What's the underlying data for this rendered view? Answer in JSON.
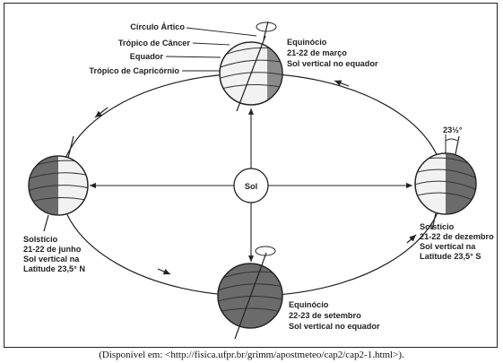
{
  "labels": {
    "circulo_artico": "Círculo Ártico",
    "tropico_cancer": "Trópico de Câncer",
    "equador": "Equador",
    "tropico_capricornio": "Trópico de Capricórnio",
    "sol": "Sol",
    "angle": "23½°"
  },
  "positions": {
    "top": {
      "line1": "Equinócio",
      "line2": "21-22 de março",
      "line3": "Sol vertical no equador"
    },
    "left": {
      "line1": "Solstício",
      "line2": "21-22 de junho",
      "line3": "Sol vertical na",
      "line4": "Latitude 23,5° N"
    },
    "right": {
      "line1": "Solstício",
      "line2": "21-22 de dezembro",
      "line3": "Sol vertical na",
      "line4": "Latitude 23,5° S"
    },
    "bottom": {
      "line1": "Equinócio",
      "line2": "22-23 de setembro",
      "line3": "Sol vertical no equador"
    }
  },
  "caption": "(Disponível em: <http://fisica.ufpr.br/grimm/apostmeteo/cap2/cap2-1.html>).",
  "colors": {
    "shade": "#6b6b6b",
    "light": "#f2f2f2",
    "line": "#222222"
  }
}
